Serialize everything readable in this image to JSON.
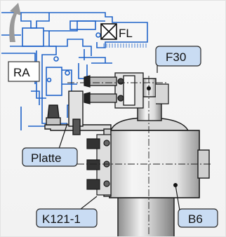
{
  "labels": {
    "fl": "FL",
    "ra": "RA",
    "f30": "F30",
    "platte": "Platte",
    "k121": "K121-1",
    "b6": "B6"
  },
  "colors": {
    "profile_blue": "#1f63c9",
    "callout_fill": "#c9dcf3",
    "callout_stroke": "#2a2a2a",
    "metal_light": "#e9e9e9",
    "metal_dark": "#7a7a7a",
    "outline": "#1a1a1a"
  }
}
